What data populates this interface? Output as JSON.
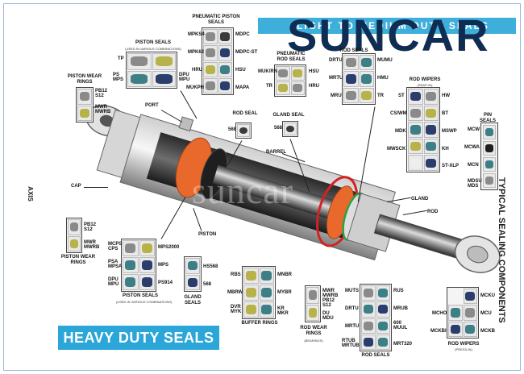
{
  "brand": {
    "logo": "SUNCAR",
    "top_banner": "LIGHT TO MEDIUM DUTY SEALS",
    "bottom_banner": "HEAVY DUTY SEALS",
    "watermark": "suncar",
    "side_title": "TYPICAL SEALING COMPONENTS",
    "axis": "AXIS"
  },
  "colors": {
    "orange": "#e8692b",
    "blue_banner": "#2aa6d8",
    "navy": "#0f2d52",
    "red_ring": "#d42222",
    "green_ring": "#2ea043",
    "seal_grey": "#8a8a8a",
    "seal_teal": "#3d7f86",
    "seal_navy": "#2a3d6c",
    "seal_olive": "#b7b34a"
  },
  "callouts": {
    "port": "PORT",
    "barrel": "BARREL",
    "cap": "CAP",
    "piston": "PISTON",
    "gland": "GLAND",
    "rod": "ROD"
  },
  "groups": {
    "piston_seals_top": {
      "title": "PISTON SEALS",
      "subtitle": "(USED IN VARIOUS COMBINATIONS)",
      "labels": [
        "TP",
        "PS MPS",
        "DPU MPU"
      ]
    },
    "pneumatic_piston": {
      "title": "PNEUMATIC PISTON SEALS",
      "labels": [
        "MPKS4",
        "MDPC",
        "MPK62",
        "MDPC-ST",
        "HRU",
        "HSU",
        "MUKPH",
        "MAPA"
      ]
    },
    "pneumatic_rod": {
      "title": "PNEUMATIC ROD SEALS",
      "labels": [
        "MUK/RN",
        "HSU",
        "TR",
        "HRU"
      ]
    },
    "rod_seals_top": {
      "title": "ROD SEALS",
      "labels": [
        "DRTU",
        "MUMU",
        "MRTU",
        "HMU",
        "MRU",
        "TR"
      ]
    },
    "wear_top": {
      "title": "PISTON WEAR RINGS",
      "labels": [
        "PB12 S12",
        "MWR MWRB"
      ]
    },
    "rod_seal_small": {
      "title": "ROD SEAL",
      "labels": [
        "568"
      ]
    },
    "gland_seal": {
      "title": "GLAND SEAL",
      "labels": [
        "568"
      ]
    },
    "rod_wipers_top": {
      "title": "ROD WIPERS",
      "subtitle": "(SNAP-IN)",
      "labels": [
        "ST",
        "HW",
        "CS/WM",
        "BT",
        "MDK",
        "MSWP",
        "MWSCK",
        "KH",
        "ST-XLP"
      ]
    },
    "pin_seals": {
      "title": "PIN SEALS",
      "labels": [
        "MCW",
        "MCWA",
        "MCN",
        "MDSU MDS"
      ]
    },
    "wear_bottom": {
      "title": "PISTON WEAR RINGS",
      "labels": [
        "PB12 S12",
        "MWR MWRB"
      ]
    },
    "piston_seals_bottom": {
      "title": "PISTON SEALS",
      "subtitle": "(USED IN VARIOUS COMBINATIONS)",
      "labels": [
        "MCPS CPS",
        "MPS2000",
        "PSA MPSA",
        "MPS",
        "DPU MPU",
        "PS914"
      ]
    },
    "gland_seals": {
      "title": "GLAND SEALS",
      "labels": [
        "HS568",
        "568"
      ]
    },
    "buffer_rings": {
      "title": "BUFFER RINGS",
      "labels": [
        "RBS",
        "MNBR",
        "MBRW",
        "MYBR",
        "DVR MYK",
        "KR MKR"
      ]
    },
    "rod_wear": {
      "title": "ROD WEAR RINGS",
      "subtitle": "(BEARINGS)",
      "labels": [
        "MWR MWRB",
        "PB12 S12",
        "DU MDU"
      ]
    },
    "rod_seals_bottom": {
      "title": "ROD SEALS",
      "labels": [
        "MUTS",
        "RUS",
        "DRTU",
        "MRUB",
        "MRTU",
        "600 MUUL",
        "RTUB MRTUB",
        "MRT320"
      ]
    },
    "rod_wipers_bottom": {
      "title": "ROD WIPERS",
      "subtitle": "(PRESS-IN)",
      "labels": [
        "MCKU",
        "MCHO",
        "MCU",
        "MCKBI",
        "MCKB"
      ]
    }
  }
}
